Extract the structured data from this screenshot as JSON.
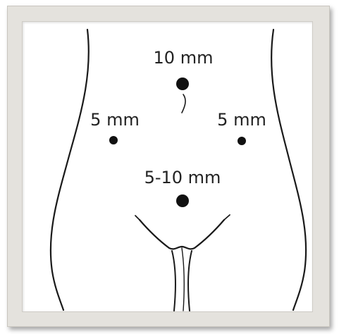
{
  "ports": [
    {
      "id": "umbilical",
      "label": "10 mm",
      "icon": "filled-dot"
    },
    {
      "id": "left-lower",
      "label": "5 mm",
      "icon": "filled-dot"
    },
    {
      "id": "right-lower",
      "label": "5 mm",
      "icon": "filled-dot"
    },
    {
      "id": "suprapubic",
      "label": "5-10 mm",
      "icon": "filled-dot"
    }
  ],
  "colors": {
    "frame_mat": "#e4e2dd",
    "panel": "#ffffff",
    "outline": "#1a1a1a",
    "dot": "#111111",
    "text": "#222222"
  }
}
